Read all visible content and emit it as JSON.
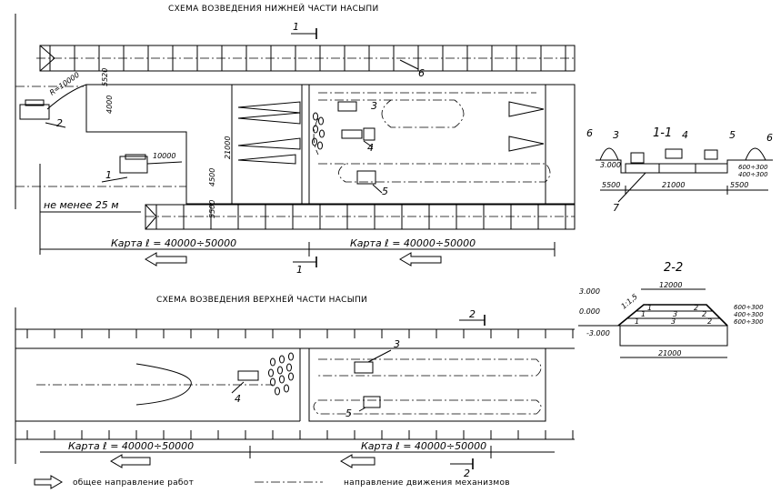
{
  "titles": {
    "lower": "СХЕМА ВОЗВЕДЕНИЯ НИЖНЕЙ ЧАСТИ НАСЫПИ",
    "upper": "СХЕМА ВОЗВЕДЕНИЯ ВЕРХНЕЙ ЧАСТИ НАСЫПИ"
  },
  "lower_plan": {
    "section_mark": "1",
    "radius": "R=10000",
    "radius2": "10000",
    "dim_5520": "5520",
    "dim_4000": "4000",
    "dim_21000": "21000",
    "dim_4500": "4500",
    "dim_5500": "5500",
    "min_distance": "не менее 25 м",
    "map_left": "Карта  ℓ = 40000÷50000",
    "map_right": "Карта  ℓ = 40000÷50000",
    "labels": [
      "1",
      "2",
      "3",
      "4",
      "5",
      "6"
    ]
  },
  "section_1_1": {
    "title": "1-1",
    "labels": [
      "3",
      "4",
      "5",
      "6",
      "6",
      "7"
    ],
    "level": "3.000",
    "dim_left": "5500",
    "dim_mid": "21000",
    "dim_right": "5500",
    "layer_a": "600÷300",
    "layer_b": "400÷300"
  },
  "upper_plan": {
    "section_mark": "2",
    "labels": [
      "3",
      "4",
      "5"
    ],
    "map_left": "Карта  ℓ = 40000÷50000",
    "map_right": "Карта  ℓ = 40000÷50000"
  },
  "section_2_2": {
    "title": "2-2",
    "top_width": "12000",
    "bottom_width": "21000",
    "level_top": "3.000",
    "level_zero": "0.000",
    "level_bottom": "-3.000",
    "slope": "1:1,5",
    "layers": [
      "600÷300",
      "400÷300",
      "600÷300"
    ],
    "zones": [
      "1",
      "2",
      "1",
      "3",
      "2",
      "1",
      "3",
      "2"
    ]
  },
  "legend": {
    "work_direction": "общее направление работ",
    "machine_direction": "направление движения механизмов"
  }
}
